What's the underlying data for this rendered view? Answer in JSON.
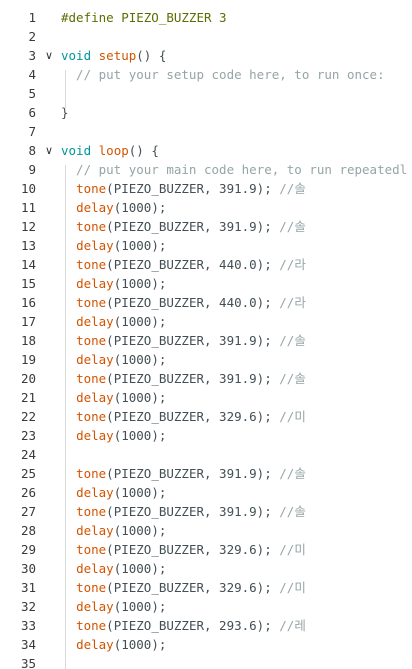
{
  "editor": {
    "lines": [
      {
        "n": "1",
        "fold": "",
        "tokens": [
          {
            "t": "pp",
            "s": "#define PIEZO_BUZZER 3"
          }
        ]
      },
      {
        "n": "2",
        "fold": "",
        "tokens": []
      },
      {
        "n": "3",
        "fold": "∨",
        "tokens": [
          {
            "t": "kw",
            "s": "void"
          },
          {
            "t": "pl",
            "s": " "
          },
          {
            "t": "fn",
            "s": "setup"
          },
          {
            "t": "pl",
            "s": "() {"
          }
        ]
      },
      {
        "n": "4",
        "fold": "",
        "tokens": [
          {
            "t": "cm",
            "s": "  // put your setup code here, to run once:"
          }
        ]
      },
      {
        "n": "5",
        "fold": "",
        "tokens": []
      },
      {
        "n": "6",
        "fold": "",
        "tokens": [
          {
            "t": "pl",
            "s": "}"
          }
        ]
      },
      {
        "n": "7",
        "fold": "",
        "tokens": []
      },
      {
        "n": "8",
        "fold": "∨",
        "tokens": [
          {
            "t": "kw",
            "s": "void"
          },
          {
            "t": "pl",
            "s": " "
          },
          {
            "t": "fn",
            "s": "loop"
          },
          {
            "t": "pl",
            "s": "() {"
          }
        ]
      },
      {
        "n": "9",
        "fold": "",
        "tokens": [
          {
            "t": "cm",
            "s": "  // put your main code here, to run repeatedl"
          }
        ]
      },
      {
        "n": "10",
        "fold": "",
        "tokens": [
          {
            "t": "pl",
            "s": "  "
          },
          {
            "t": "fn",
            "s": "tone"
          },
          {
            "t": "pl",
            "s": "(PIEZO_BUZZER, 391.9); "
          },
          {
            "t": "cm",
            "s": "//솔"
          }
        ]
      },
      {
        "n": "11",
        "fold": "",
        "tokens": [
          {
            "t": "pl",
            "s": "  "
          },
          {
            "t": "fn",
            "s": "delay"
          },
          {
            "t": "pl",
            "s": "(1000);"
          }
        ]
      },
      {
        "n": "12",
        "fold": "",
        "tokens": [
          {
            "t": "pl",
            "s": "  "
          },
          {
            "t": "fn",
            "s": "tone"
          },
          {
            "t": "pl",
            "s": "(PIEZO_BUZZER, 391.9); "
          },
          {
            "t": "cm",
            "s": "//솔"
          }
        ]
      },
      {
        "n": "13",
        "fold": "",
        "tokens": [
          {
            "t": "pl",
            "s": "  "
          },
          {
            "t": "fn",
            "s": "delay"
          },
          {
            "t": "pl",
            "s": "(1000);"
          }
        ]
      },
      {
        "n": "14",
        "fold": "",
        "tokens": [
          {
            "t": "pl",
            "s": "  "
          },
          {
            "t": "fn",
            "s": "tone"
          },
          {
            "t": "pl",
            "s": "(PIEZO_BUZZER, 440.0); "
          },
          {
            "t": "cm",
            "s": "//라"
          }
        ]
      },
      {
        "n": "15",
        "fold": "",
        "tokens": [
          {
            "t": "pl",
            "s": "  "
          },
          {
            "t": "fn",
            "s": "delay"
          },
          {
            "t": "pl",
            "s": "(1000);"
          }
        ]
      },
      {
        "n": "16",
        "fold": "",
        "tokens": [
          {
            "t": "pl",
            "s": "  "
          },
          {
            "t": "fn",
            "s": "tone"
          },
          {
            "t": "pl",
            "s": "(PIEZO_BUZZER, 440.0); "
          },
          {
            "t": "cm",
            "s": "//라"
          }
        ]
      },
      {
        "n": "17",
        "fold": "",
        "tokens": [
          {
            "t": "pl",
            "s": "  "
          },
          {
            "t": "fn",
            "s": "delay"
          },
          {
            "t": "pl",
            "s": "(1000);"
          }
        ]
      },
      {
        "n": "18",
        "fold": "",
        "tokens": [
          {
            "t": "pl",
            "s": "  "
          },
          {
            "t": "fn",
            "s": "tone"
          },
          {
            "t": "pl",
            "s": "(PIEZO_BUZZER, 391.9); "
          },
          {
            "t": "cm",
            "s": "//솔"
          }
        ]
      },
      {
        "n": "19",
        "fold": "",
        "tokens": [
          {
            "t": "pl",
            "s": "  "
          },
          {
            "t": "fn",
            "s": "delay"
          },
          {
            "t": "pl",
            "s": "(1000);"
          }
        ]
      },
      {
        "n": "20",
        "fold": "",
        "tokens": [
          {
            "t": "pl",
            "s": "  "
          },
          {
            "t": "fn",
            "s": "tone"
          },
          {
            "t": "pl",
            "s": "(PIEZO_BUZZER, 391.9); "
          },
          {
            "t": "cm",
            "s": "//솔"
          }
        ]
      },
      {
        "n": "21",
        "fold": "",
        "tokens": [
          {
            "t": "pl",
            "s": "  "
          },
          {
            "t": "fn",
            "s": "delay"
          },
          {
            "t": "pl",
            "s": "(1000);"
          }
        ]
      },
      {
        "n": "22",
        "fold": "",
        "tokens": [
          {
            "t": "pl",
            "s": "  "
          },
          {
            "t": "fn",
            "s": "tone"
          },
          {
            "t": "pl",
            "s": "(PIEZO_BUZZER, 329.6); "
          },
          {
            "t": "cm",
            "s": "//미"
          }
        ]
      },
      {
        "n": "23",
        "fold": "",
        "tokens": [
          {
            "t": "pl",
            "s": "  "
          },
          {
            "t": "fn",
            "s": "delay"
          },
          {
            "t": "pl",
            "s": "(1000);"
          }
        ]
      },
      {
        "n": "24",
        "fold": "",
        "tokens": []
      },
      {
        "n": "25",
        "fold": "",
        "tokens": [
          {
            "t": "pl",
            "s": "  "
          },
          {
            "t": "fn",
            "s": "tone"
          },
          {
            "t": "pl",
            "s": "(PIEZO_BUZZER, 391.9); "
          },
          {
            "t": "cm",
            "s": "//솔"
          }
        ]
      },
      {
        "n": "26",
        "fold": "",
        "tokens": [
          {
            "t": "pl",
            "s": "  "
          },
          {
            "t": "fn",
            "s": "delay"
          },
          {
            "t": "pl",
            "s": "(1000);"
          }
        ]
      },
      {
        "n": "27",
        "fold": "",
        "tokens": [
          {
            "t": "pl",
            "s": "  "
          },
          {
            "t": "fn",
            "s": "tone"
          },
          {
            "t": "pl",
            "s": "(PIEZO_BUZZER, 391.9); "
          },
          {
            "t": "cm",
            "s": "//솔"
          }
        ]
      },
      {
        "n": "28",
        "fold": "",
        "tokens": [
          {
            "t": "pl",
            "s": "  "
          },
          {
            "t": "fn",
            "s": "delay"
          },
          {
            "t": "pl",
            "s": "(1000);"
          }
        ]
      },
      {
        "n": "29",
        "fold": "",
        "tokens": [
          {
            "t": "pl",
            "s": "  "
          },
          {
            "t": "fn",
            "s": "tone"
          },
          {
            "t": "pl",
            "s": "(PIEZO_BUZZER, 329.6); "
          },
          {
            "t": "cm",
            "s": "//미"
          }
        ]
      },
      {
        "n": "30",
        "fold": "",
        "tokens": [
          {
            "t": "pl",
            "s": "  "
          },
          {
            "t": "fn",
            "s": "delay"
          },
          {
            "t": "pl",
            "s": "(1000);"
          }
        ]
      },
      {
        "n": "31",
        "fold": "",
        "tokens": [
          {
            "t": "pl",
            "s": "  "
          },
          {
            "t": "fn",
            "s": "tone"
          },
          {
            "t": "pl",
            "s": "(PIEZO_BUZZER, 329.6); "
          },
          {
            "t": "cm",
            "s": "//미"
          }
        ]
      },
      {
        "n": "32",
        "fold": "",
        "tokens": [
          {
            "t": "pl",
            "s": "  "
          },
          {
            "t": "fn",
            "s": "delay"
          },
          {
            "t": "pl",
            "s": "(1000);"
          }
        ]
      },
      {
        "n": "33",
        "fold": "",
        "tokens": [
          {
            "t": "pl",
            "s": "  "
          },
          {
            "t": "fn",
            "s": "tone"
          },
          {
            "t": "pl",
            "s": "(PIEZO_BUZZER, 293.6); "
          },
          {
            "t": "cm",
            "s": "//레"
          }
        ]
      },
      {
        "n": "34",
        "fold": "",
        "tokens": [
          {
            "t": "pl",
            "s": "  "
          },
          {
            "t": "fn",
            "s": "delay"
          },
          {
            "t": "pl",
            "s": "(1000);"
          }
        ]
      },
      {
        "n": "35",
        "fold": "",
        "tokens": []
      }
    ]
  },
  "colors": {
    "background": "#ffffff",
    "line_number": "#3a3a3a",
    "preprocessor": "#5e6d03",
    "keyword": "#00979c",
    "function": "#d35400",
    "comment": "#95a5a6",
    "plain": "#434f54"
  },
  "icons": {
    "fold": "chevron-down-icon"
  }
}
